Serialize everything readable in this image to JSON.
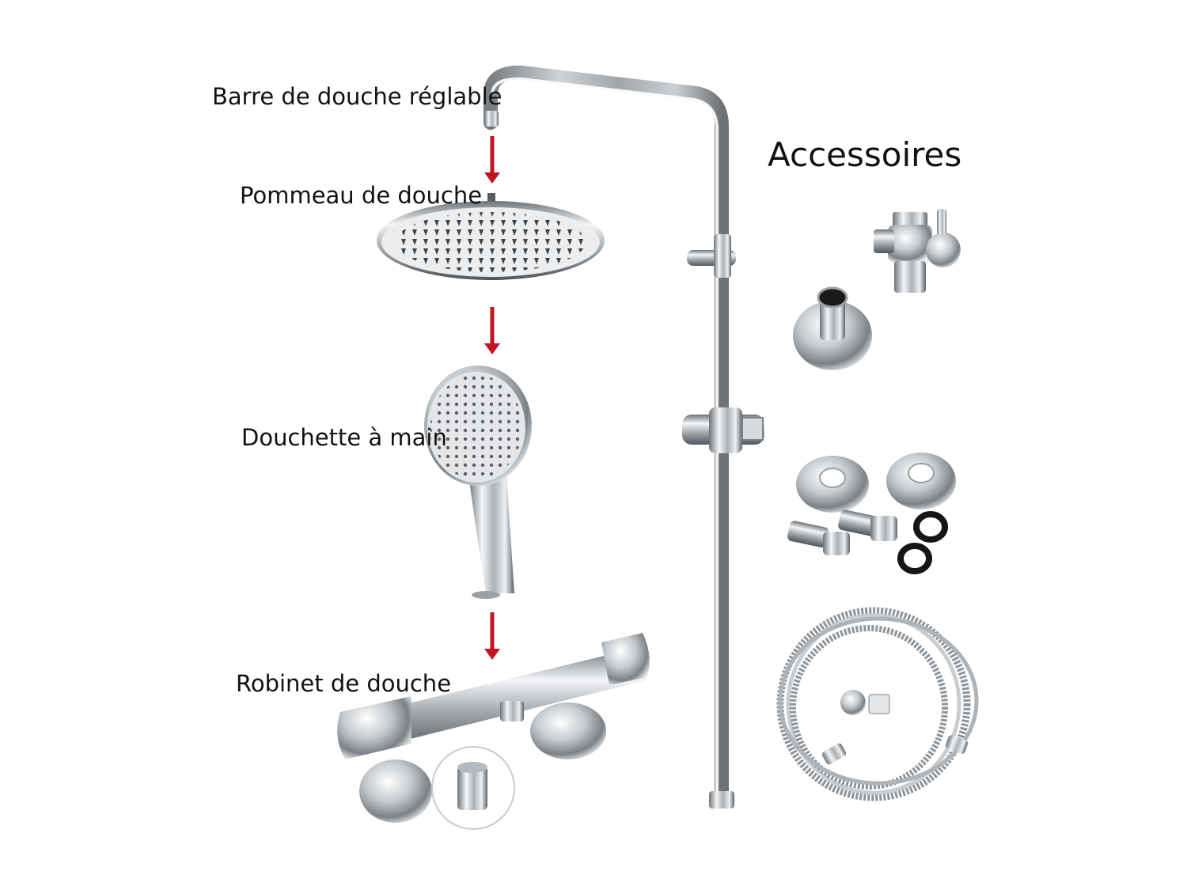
{
  "labels": {
    "bar": "Barre de douche réglable",
    "head": "Pommeau de douche",
    "hand": "Douchette à main",
    "tap": "Robinet de douche"
  },
  "accessories_title": "Accessoires",
  "colors": {
    "arrow": "#c0141e",
    "chrome_light": "#f4f6f8",
    "chrome_dark": "#6d7378",
    "text": "#111111"
  },
  "icons": [
    "arrow-down-icon",
    "shower-bar-icon",
    "rain-head-icon",
    "hand-shower-icon",
    "thermostatic-mixer-icon",
    "diverter-icon",
    "wall-elbow-icon",
    "flange-icon",
    "eccentric-connector-icon",
    "washer-icon",
    "hose-icon"
  ]
}
